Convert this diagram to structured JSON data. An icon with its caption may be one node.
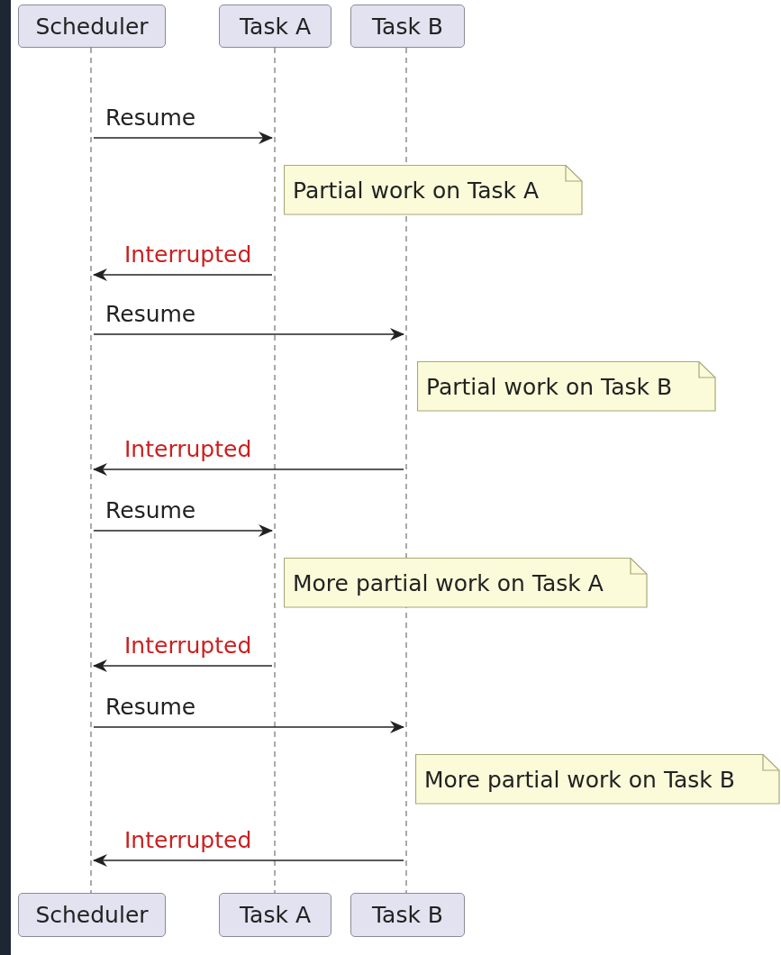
{
  "diagram": {
    "nodes": [
      {
        "text": [
          "Scheduler"
        ]
      },
      {
        "text": [
          "Task A"
        ]
      },
      {
        "text": [
          "Task B"
        ]
      },
      {
        "text": [],
        "shape": "line"
      },
      {
        "text": [],
        "shape": "line"
      },
      {
        "text": [],
        "shape": "line"
      },
      {
        "text": [
          "Scheduler"
        ]
      },
      {
        "text": [
          "Task A"
        ]
      },
      {
        "text": [
          "Task B"
        ]
      },
      {
        "text": [
          "Partial work on Task A"
        ]
      },
      {
        "text": [
          "Partial work on Task B"
        ]
      },
      {
        "text": [
          "More partial work on Task A"
        ]
      },
      {
        "text": [
          "More partial work on Task B"
        ]
      }
    ],
    "edges": [
      {
        "from": 3,
        "to": 4,
        "arrow": "to",
        "label": "Resume"
      },
      {
        "from": 4,
        "to": 3,
        "arrow": "to",
        "label": "Interrupted"
      },
      {
        "from": 3,
        "to": 5,
        "arrow": "to",
        "label": "Resume"
      },
      {
        "from": 5,
        "to": 3,
        "arrow": "to",
        "label": "Interrupted"
      },
      {
        "from": 3,
        "to": 4,
        "arrow": "to",
        "label": "Resume"
      },
      {
        "from": 4,
        "to": 3,
        "arrow": "to",
        "label": "Interrupted"
      },
      {
        "from": 3,
        "to": 5,
        "arrow": "to",
        "label": "Resume"
      },
      {
        "from": 5,
        "to": 3,
        "arrow": "to",
        "label": "Interrupted"
      }
    ]
  }
}
